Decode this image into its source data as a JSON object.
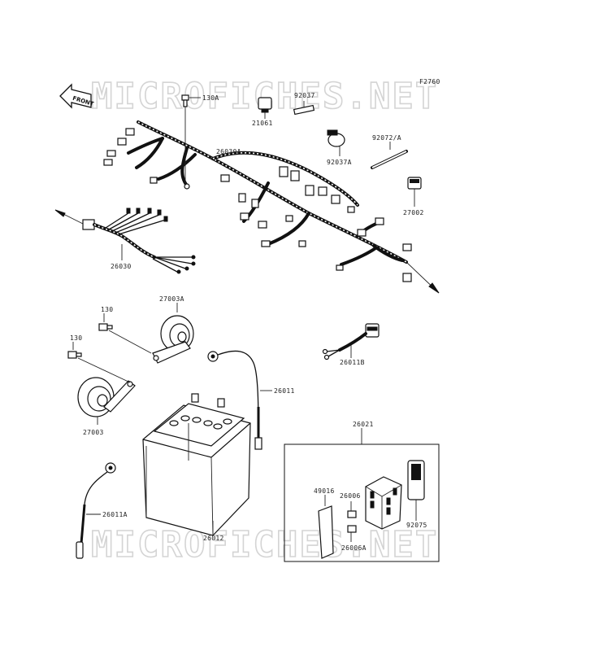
{
  "watermark": {
    "text": "MICROFICHES.NET"
  },
  "diagram": {
    "code": "F2760",
    "front_label": "FRONT"
  },
  "labels": [
    {
      "id": "130A",
      "text": "130A"
    },
    {
      "id": "21061",
      "text": "21061"
    },
    {
      "id": "92037",
      "text": "92037"
    },
    {
      "id": "92037A",
      "text": "92037A"
    },
    {
      "id": "92072A",
      "text": "92072/A"
    },
    {
      "id": "26030A",
      "text": "26030A"
    },
    {
      "id": "27002",
      "text": "27002"
    },
    {
      "id": "26030",
      "text": "26030"
    },
    {
      "id": "130a",
      "text": "130"
    },
    {
      "id": "130b",
      "text": "130"
    },
    {
      "id": "27003A",
      "text": "27003A"
    },
    {
      "id": "26011B",
      "text": "26011B"
    },
    {
      "id": "26011",
      "text": "26011"
    },
    {
      "id": "27003",
      "text": "27003"
    },
    {
      "id": "26021",
      "text": "26021"
    },
    {
      "id": "49016",
      "text": "49016"
    },
    {
      "id": "26006",
      "text": "26006"
    },
    {
      "id": "92075",
      "text": "92075"
    },
    {
      "id": "26011A",
      "text": "26011A"
    },
    {
      "id": "26012",
      "text": "26012"
    },
    {
      "id": "26006A",
      "text": "26006A"
    }
  ]
}
